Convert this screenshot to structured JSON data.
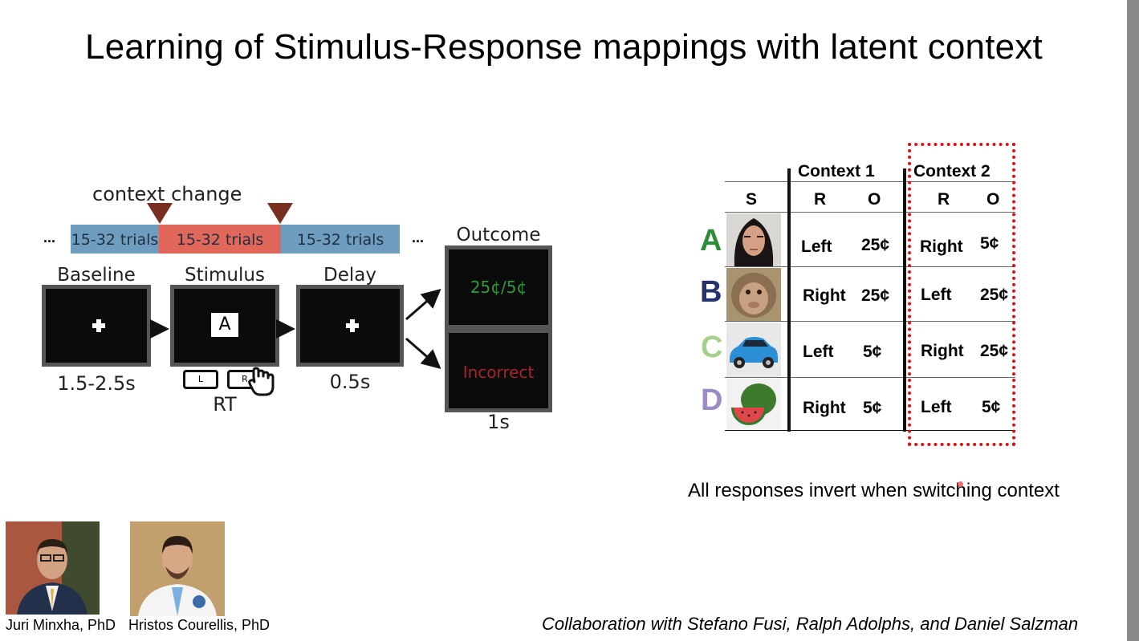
{
  "title": "Learning of Stimulus-Response mappings with latent context",
  "timeline": {
    "context_change_label": "context change",
    "segments": [
      {
        "label": "15-32 trials",
        "color": "#6f9dc0"
      },
      {
        "label": "15-32 trials",
        "color": "#e0675a"
      },
      {
        "label": "15-32 trials",
        "color": "#6f9dc0"
      }
    ],
    "ellipsis": "...",
    "marker_color": "#7a2e22"
  },
  "phases": {
    "baseline": {
      "label": "Baseline",
      "time": "1.5-2.5s"
    },
    "stimulus": {
      "label": "Stimulus",
      "symbol": "A",
      "key_left": "L",
      "key_right": "R",
      "time": "RT"
    },
    "delay": {
      "label": "Delay",
      "time": "0.5s"
    },
    "outcome": {
      "label": "Outcome",
      "correct_text": "25¢/5¢",
      "incorrect_text": "Incorrect",
      "time": "1s",
      "correct_color": "#2f9a3f",
      "incorrect_color": "#a3262a"
    }
  },
  "table": {
    "context1": "Context 1",
    "context2": "Context 2",
    "headers": {
      "s": "S",
      "r": "R",
      "o": "O"
    },
    "rows": [
      {
        "letter": "A",
        "letter_color": "#2e8b3a",
        "image": "woman-face-icon",
        "c1_r": "Left",
        "c1_o": "25¢",
        "c2_r": "Right",
        "c2_o": "5¢"
      },
      {
        "letter": "B",
        "letter_color": "#27336e",
        "image": "monkey-face-icon",
        "c1_r": "Right",
        "c1_o": "25¢",
        "c2_r": "Left",
        "c2_o": "25¢"
      },
      {
        "letter": "C",
        "letter_color": "#a7d08a",
        "image": "car-icon",
        "c1_r": "Left",
        "c1_o": "5¢",
        "c2_r": "Right",
        "c2_o": "25¢"
      },
      {
        "letter": "D",
        "letter_color": "#9b8cc8",
        "image": "watermelon-icon",
        "c1_r": "Right",
        "c1_o": "5¢",
        "c2_r": "Left",
        "c2_o": "5¢"
      }
    ],
    "highlight_color": "#e01010",
    "note": "All responses invert when switching context"
  },
  "people": [
    {
      "name": "Juri Minxha, PhD"
    },
    {
      "name": "Hristos Courellis, PhD"
    }
  ],
  "collaboration": "Collaboration with Stefano Fusi, Ralph Adolphs, and Daniel Salzman"
}
